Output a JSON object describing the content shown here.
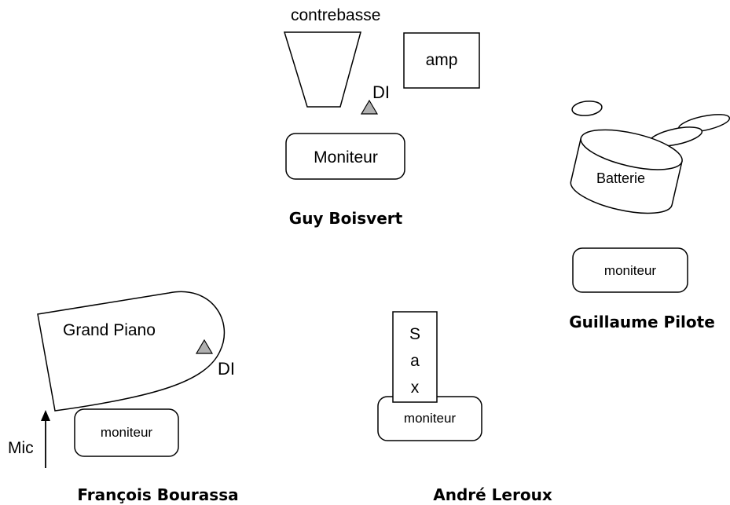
{
  "bass": {
    "instrument_label": "contrebasse",
    "amp_label": "amp",
    "di_label": "DI",
    "monitor_label": "Moniteur",
    "musician_name": "Guy Boisvert"
  },
  "drums": {
    "instrument_label": "Batterie",
    "monitor_label": "moniteur",
    "musician_name": "Guillaume Pilote"
  },
  "piano": {
    "instrument_label": "Grand Piano",
    "di_label": "DI",
    "monitor_label": "moniteur",
    "mic_label": "Mic",
    "musician_name": "François Bourassa"
  },
  "sax": {
    "instrument_letters": [
      "S",
      "a",
      "x"
    ],
    "monitor_label": "moniteur",
    "musician_name": "André Leroux"
  },
  "colors": {
    "stroke": "#000000",
    "di_marker_fill": "#b0b0b0",
    "background": "#ffffff"
  }
}
